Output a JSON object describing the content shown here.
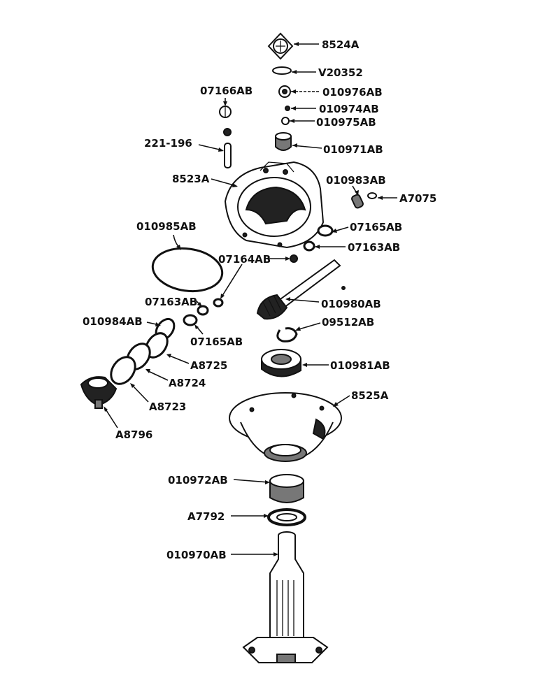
{
  "labels": {
    "p8524A": "8524A",
    "pV20352": "V20352",
    "p07166AB": "07166AB",
    "p010976AB": "010976AB",
    "p010974AB": "010974AB",
    "p010975AB": "010975AB",
    "p221_196": "221-196",
    "p010971AB": "010971AB",
    "p8523A": "8523A",
    "p010983AB": "010983AB",
    "pA7075": "A7075",
    "p010985AB": "010985AB",
    "p07165AB_top": "07165AB",
    "p07163AB_right": "07163AB",
    "p07164AB": "07164AB",
    "p07163AB_left": "07163AB",
    "p010980AB": "010980AB",
    "p010984AB": "010984AB",
    "p09512AB": "09512AB",
    "p07165AB_left": "07165AB",
    "pA8725": "A8725",
    "p010981AB": "010981AB",
    "pA8724": "A8724",
    "pA8723": "A8723",
    "p8525A": "8525A",
    "pA8796": "A8796",
    "p010972AB": "010972AB",
    "pA7792": "A7792",
    "p010970AB": "010970AB"
  }
}
